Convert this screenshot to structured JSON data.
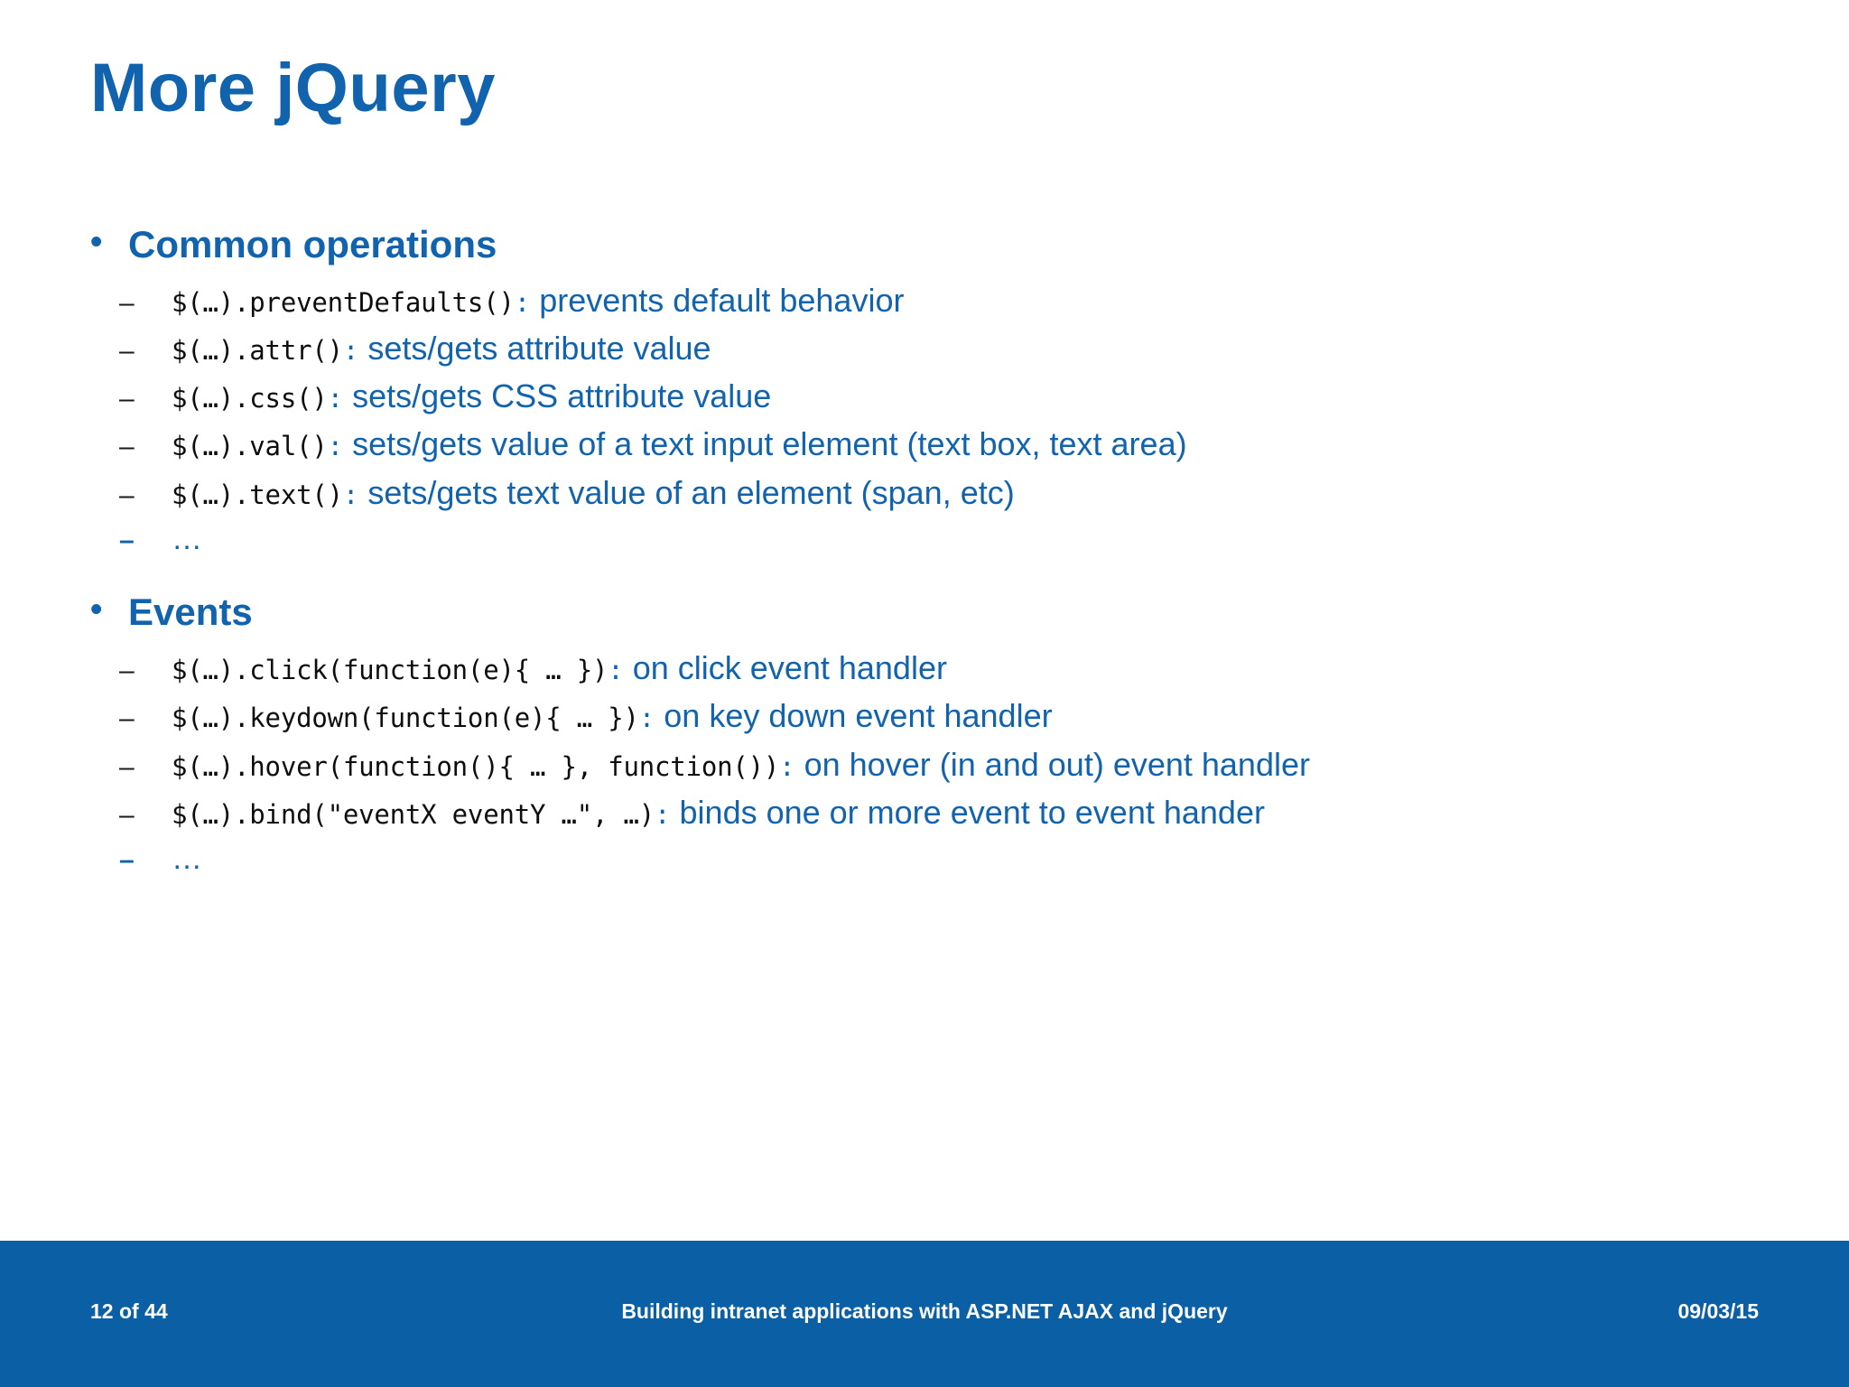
{
  "slide": {
    "title": "More jQuery",
    "accent_color": "#1263AE",
    "footer_bar_color": "#0B5FA4",
    "code_color": "#0d0d0d",
    "background": "#ffffff",
    "bullet_marker": "•",
    "sub_marker": "–",
    "groups": [
      {
        "heading": "Common operations",
        "items": [
          {
            "code": "$(…).preventDefaults()",
            "colon": ":",
            "desc": "prevents default behavior"
          },
          {
            "code": "$(…).attr()",
            "colon": ":",
            "desc": "sets/gets attribute value"
          },
          {
            "code": "$(…).css()",
            "colon": ":",
            "desc": "sets/gets CSS attribute value"
          },
          {
            "code": "$(…).val()",
            "colon": ":",
            "desc": "sets/gets value of a text input element (text box, text area)"
          },
          {
            "code": "$(…).text()",
            "colon": ":",
            "desc": "sets/gets text value of an element (span, etc)"
          },
          {
            "ellipsis": "…"
          }
        ]
      },
      {
        "heading": "Events",
        "items": [
          {
            "code": "$(…).click(function(e){ … })",
            "colon": ":",
            "desc": "on click event handler"
          },
          {
            "code": "$(…).keydown(function(e){ … })",
            "colon": ":",
            "desc": "on key down event handler"
          },
          {
            "code": "$(…).hover(function(){ … }, function())",
            "colon": ":",
            "desc": "on hover (in and out) event handler"
          },
          {
            "code": "$(…).bind(\"eventX eventY …\", …)",
            "colon": ":",
            "desc": "binds one or more event to event hander"
          },
          {
            "ellipsis": "…"
          }
        ]
      }
    ]
  },
  "footer": {
    "page": "12 of 44",
    "title": "Building intranet applications with ASP.NET AJAX and jQuery",
    "date": "09/03/15"
  }
}
